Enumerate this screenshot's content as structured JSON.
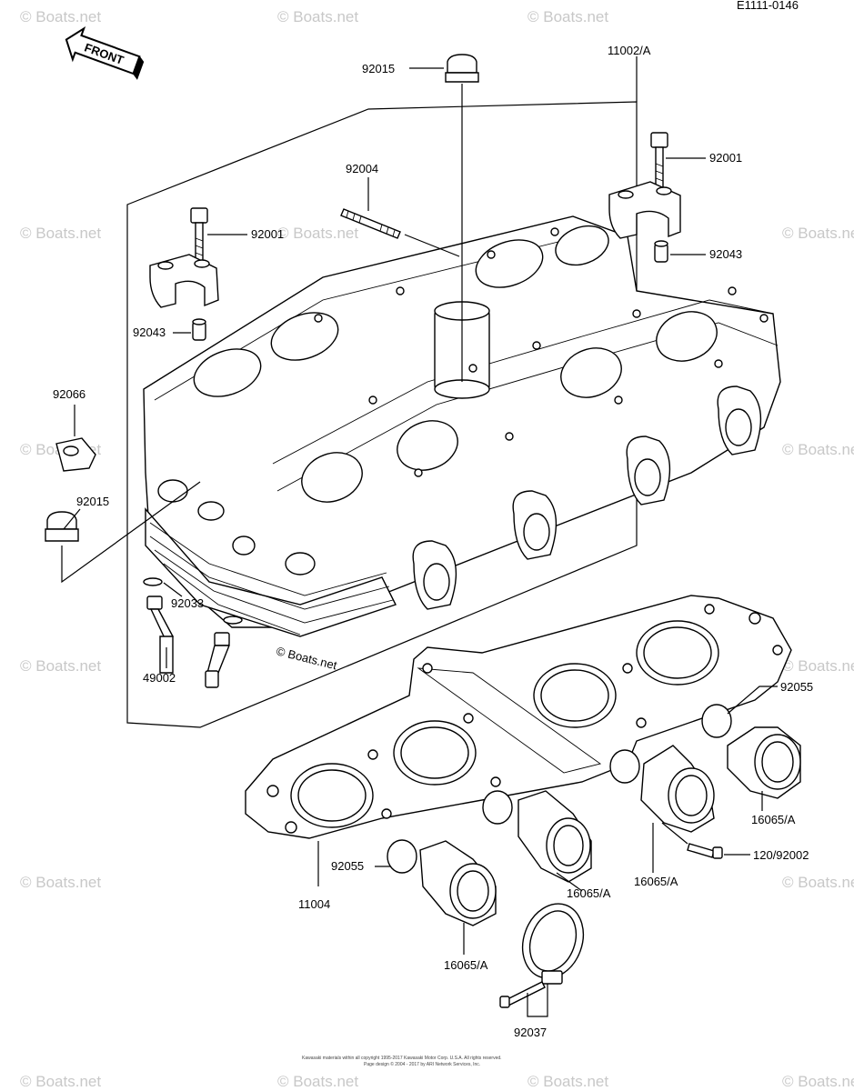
{
  "diagram": {
    "code": "E1111-0146",
    "front_label": "FRONT",
    "watermark": "© Boats.net",
    "watermark_center": "© Boats.net",
    "copyright_line1": "Kawasaki materials within all copyright 1995-2017 Kawasaki Motor Corp. U.S.A. All rights reserved.",
    "copyright_line2": "Page design © 2004 - 2017 by ARI Network Services, Inc."
  },
  "labels": {
    "l_11002A": "11002/A",
    "l_92015_top": "92015",
    "l_92001_right": "92001",
    "l_92004": "92004",
    "l_92001_left": "92001",
    "l_92043_right": "92043",
    "l_92043_left": "92043",
    "l_92066": "92066",
    "l_92015_left": "92015",
    "l_92033": "92033",
    "l_49002": "49002",
    "l_92055_right": "92055",
    "l_16065A_right": "16065/A",
    "l_120_92002": "120/92002",
    "l_16065A_mid": "16065/A",
    "l_16065A_center": "16065/A",
    "l_92055_left": "92055",
    "l_11004": "11004",
    "l_16065A_bottom": "16065/A",
    "l_92037": "92037"
  }
}
